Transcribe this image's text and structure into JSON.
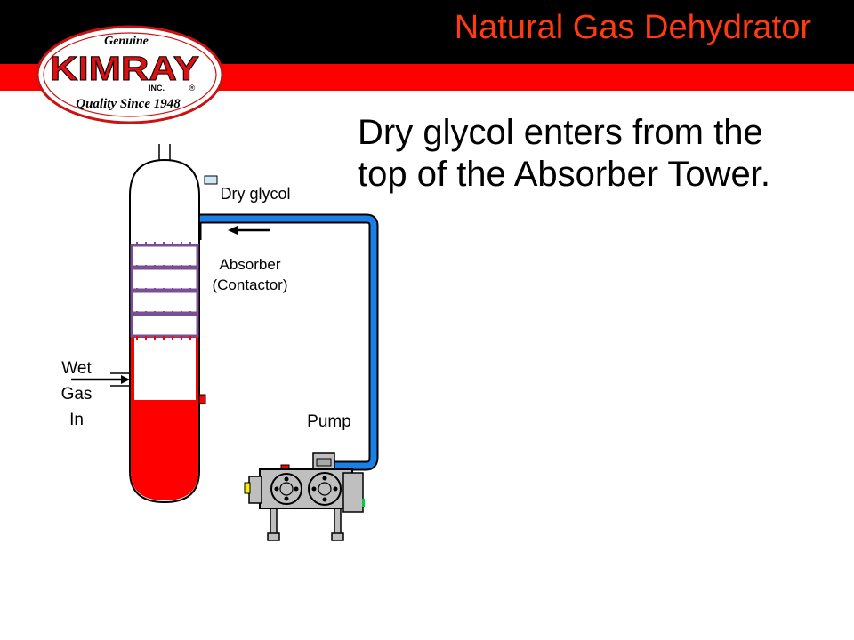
{
  "header": {
    "title": "Natural Gas Dehydrator"
  },
  "logo": {
    "top_text": "Genuine",
    "brand": "KIMRAY",
    "inc": "INC.",
    "reg": "®",
    "tagline": "Quality Since 1948"
  },
  "subtitle": {
    "line1": "Dry glycol enters from the",
    "line2": "top of the Absorber Tower."
  },
  "labels": {
    "dry_glycol": "Dry glycol",
    "absorber_line1": "Absorber",
    "absorber_line2": "(Contactor)",
    "wet_line1": "Wet",
    "wet_line2": "Gas",
    "wet_line3": "In",
    "pump": "Pump"
  },
  "colors": {
    "header_black": "#000000",
    "header_red": "#ff0000",
    "title_orange": "#ff3b0f",
    "liquid_red": "#ff0000",
    "glycol_blue": "#1a7fe6",
    "tray_purple": "#7a4f94",
    "pump_gray": "#bfbfbf"
  }
}
